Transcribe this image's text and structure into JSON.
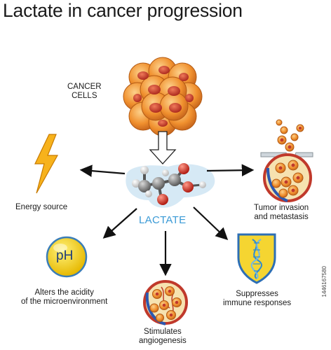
{
  "title": "Lactate in cancer progression",
  "cancer_cells_label_line1": "CANCER",
  "cancer_cells_label_line2": "CELLS",
  "center_label": "LACTATE",
  "ph_text": "pH",
  "outcomes": {
    "energy": "Energy source",
    "invasion_line1": "Tumor invasion",
    "invasion_line2": "and metastasis",
    "acidity_line1": "Alters the acidity",
    "acidity_line2": "of the microenvironment",
    "immune_line1": "Suppresses",
    "immune_line2": "immune responses",
    "angio_line1": "Stimulates",
    "angio_line2": "angiogenesis"
  },
  "stock_id": "1446167580",
  "colors": {
    "lactate_text": "#3a9ad6",
    "cell_orange": "#f08a2a",
    "nucleus_red": "#c8321e",
    "ph_yellow": "#f3d21a",
    "shield_yellow": "#f5d531",
    "lightning": "#f5a51a"
  }
}
